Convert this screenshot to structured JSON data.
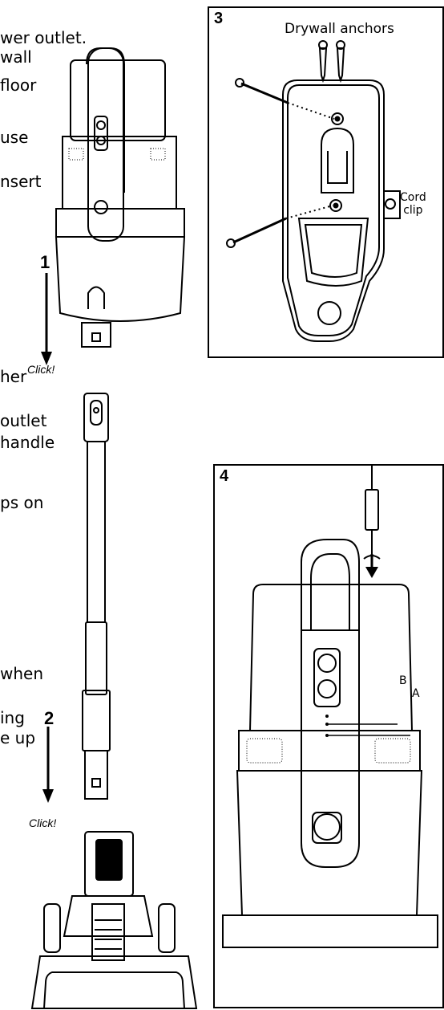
{
  "left_text_fragments": {
    "f1": "wer outlet.",
    "f2": "wall",
    "f3": "floor",
    "f4": "use",
    "f5": "nsert",
    "f6": "her",
    "f7": "outlet",
    "f8": "handle",
    "f9": "ps on",
    "f10": "when",
    "f11": "ing",
    "f12": "e up"
  },
  "steps": {
    "step1": "1",
    "step2": "2"
  },
  "click_labels": {
    "click1": "Click!",
    "click2": "Click!"
  },
  "panel3": {
    "number": "3",
    "title": "Drywall anchors",
    "cord_clip_line1": "Cord",
    "cord_clip_line2": "clip"
  },
  "panel4": {
    "number": "4",
    "label_a": "A",
    "label_b": "B"
  }
}
